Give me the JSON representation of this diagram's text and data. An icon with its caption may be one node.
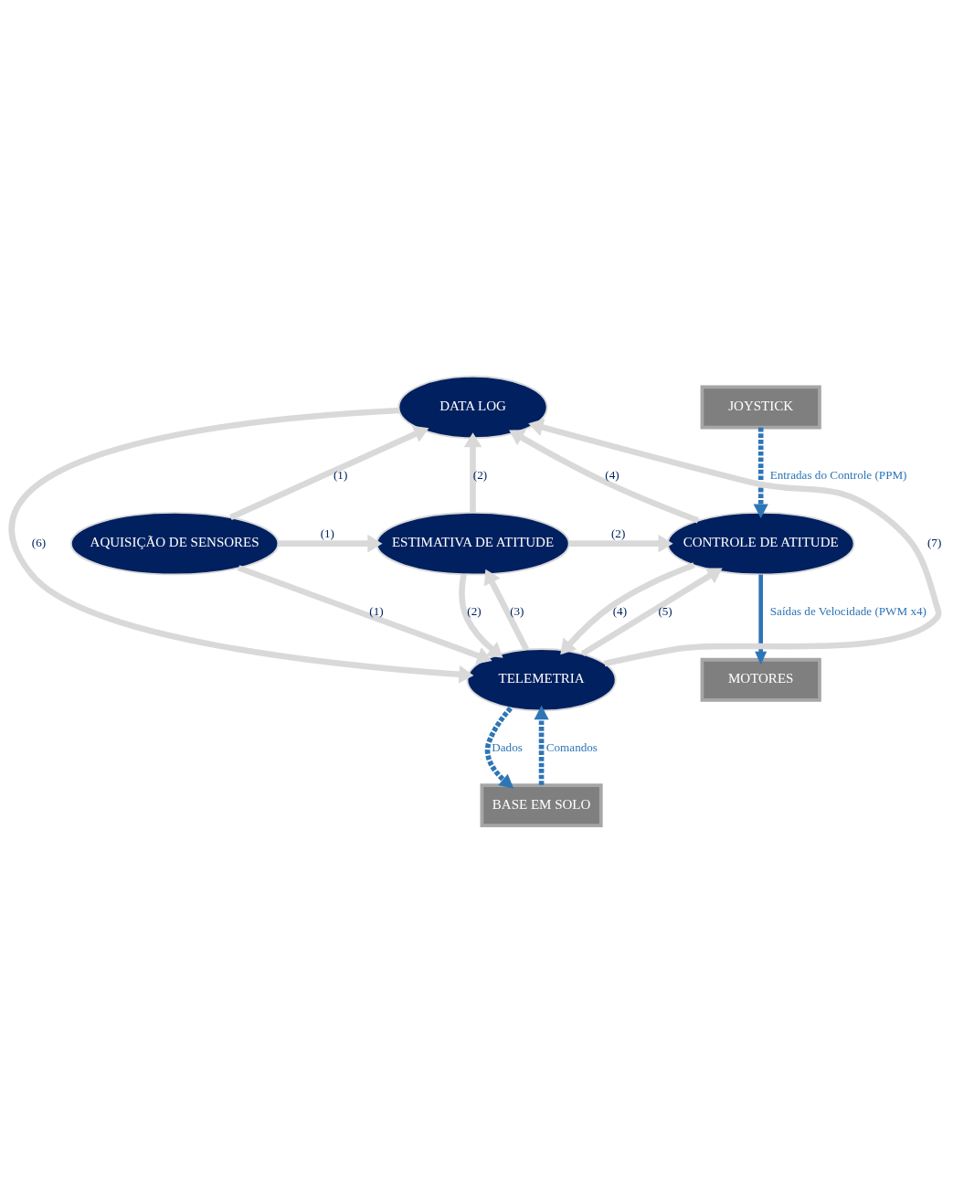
{
  "diagram": {
    "nodes": [
      {
        "text": [
          "DATA LOG"
        ]
      },
      {
        "text": [
          "JOYSTICK"
        ]
      },
      {
        "text": [
          "AQUISIÇÃO DE SENSORES"
        ]
      },
      {
        "text": [
          "ESTIMATIVA DE ATITUDE"
        ]
      },
      {
        "text": [
          "CONTROLE DE ATITUDE"
        ]
      },
      {
        "text": [
          "MOTORES"
        ]
      },
      {
        "text": [
          "TELEMETRIA"
        ]
      },
      {
        "text": [
          "BASE EM SOLO"
        ]
      }
    ],
    "edges": [
      {
        "from": 2,
        "to": 0,
        "arrow": "to",
        "label": "(1)"
      },
      {
        "from": 2,
        "to": 3,
        "arrow": "to",
        "label": "(1)"
      },
      {
        "from": 2,
        "to": 6,
        "arrow": "to",
        "label": "(1)"
      },
      {
        "from": 3,
        "to": 0,
        "arrow": "to",
        "label": "(2)"
      },
      {
        "from": 3,
        "to": 4,
        "arrow": "to",
        "label": "(2)"
      },
      {
        "from": 3,
        "to": 6,
        "arrow": "to",
        "label": "(2)"
      },
      {
        "from": 6,
        "to": 3,
        "arrow": "to",
        "label": "(3)"
      },
      {
        "from": 4,
        "to": 0,
        "arrow": "to",
        "label": "(4)"
      },
      {
        "from": 4,
        "to": 6,
        "arrow": "to",
        "label": "(4)"
      },
      {
        "from": 6,
        "to": 4,
        "arrow": "to",
        "label": "(5)"
      },
      {
        "from": 0,
        "to": 6,
        "arrow": "to",
        "label": "(6)"
      },
      {
        "from": 6,
        "to": 0,
        "arrow": "to",
        "label": "(7)"
      },
      {
        "from": 1,
        "to": 4,
        "arrow": "to",
        "label": "Entradas do Controle (PPM)",
        "style": "dashed",
        "color": "#2e75b6"
      },
      {
        "from": 4,
        "to": 5,
        "arrow": "to",
        "label": "Saídas de Velocidade (PWM x4)",
        "color": "#2e75b6"
      },
      {
        "from": 6,
        "to": 7,
        "arrow": "to",
        "label": "Dados",
        "style": "dashed",
        "color": "#2e75b6"
      },
      {
        "from": 7,
        "to": 6,
        "arrow": "to",
        "label": "Comandos",
        "style": "dashed",
        "color": "#2e75b6"
      }
    ]
  }
}
